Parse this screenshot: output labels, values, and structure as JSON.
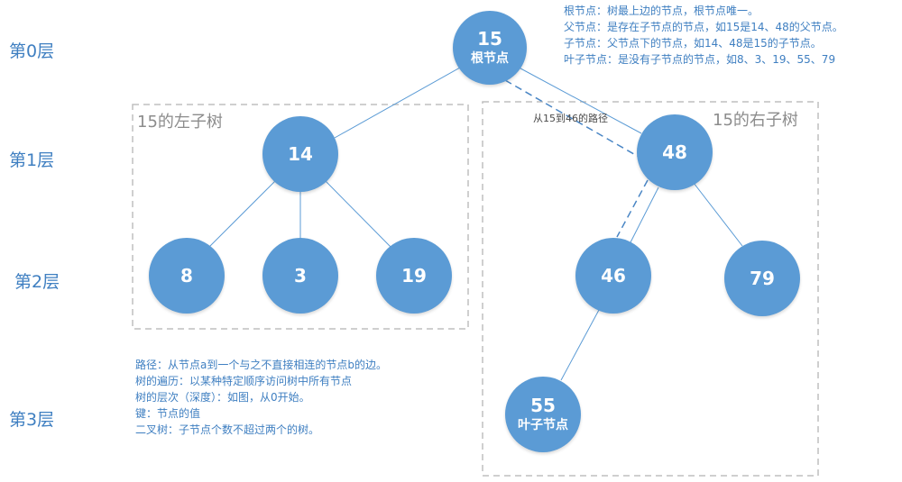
{
  "levels": [
    "第0层",
    "第1层",
    "第2层",
    "第3层"
  ],
  "subtrees": {
    "left": "15的左子树",
    "right": "15的右子树"
  },
  "nodes": {
    "root": {
      "value": "15",
      "sub": "根节点"
    },
    "n14": {
      "value": "14"
    },
    "n48": {
      "value": "48"
    },
    "n8": {
      "value": "8"
    },
    "n3": {
      "value": "3"
    },
    "n19": {
      "value": "19"
    },
    "n46": {
      "value": "46"
    },
    "n79": {
      "value": "79"
    },
    "n55": {
      "value": "55",
      "sub": "叶子节点"
    }
  },
  "path_label": "从15到46的路径",
  "top_notes": [
    "根节点：树最上边的节点，根节点唯一。",
    "父节点：是存在子节点的节点，如15是14、48的父节点。",
    "子节点：父节点下的节点，如14、48是15的子节点。",
    "叶子节点：是没有子节点的节点，如8、3、19、55、79"
  ],
  "bottom_notes": [
    "路径：从节点a到一个与之不直接相连的节点b的边。",
    "树的遍历：以某种特定顺序访问树中所有节点",
    "树的层次（深度）：如图，从0开始。",
    "键：节点的值",
    "二叉树：子节点个数不超过两个的树。"
  ],
  "colors": {
    "node": "#5b9bd5",
    "edge": "#5b9bd5",
    "text": "#3f7fc1",
    "dashed_box": "#bfbfbf"
  }
}
